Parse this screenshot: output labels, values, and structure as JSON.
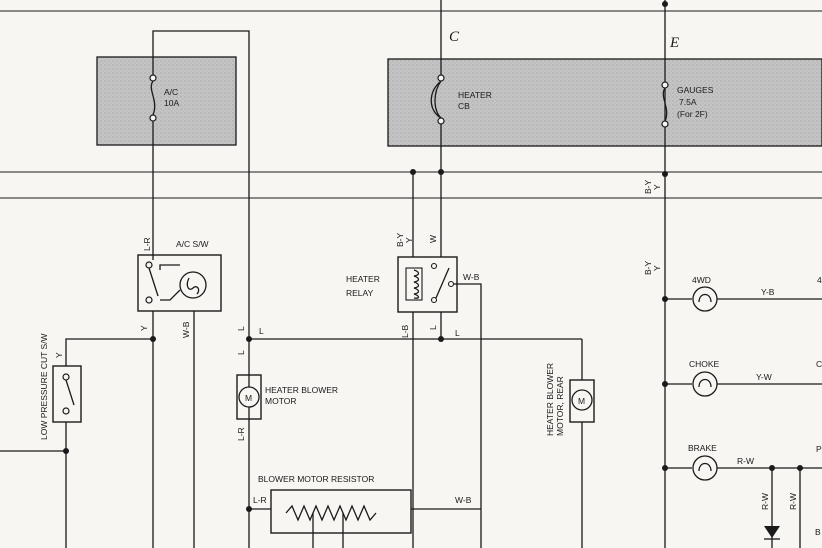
{
  "bus_labels": {
    "c": "C",
    "e": "E"
  },
  "fuses": {
    "ac": {
      "line1": "A/C",
      "line2": "10A"
    },
    "heater": {
      "line1": "HEATER",
      "line2": "CB"
    },
    "gauges": {
      "line1": "GAUGES",
      "line2": "7.5A",
      "line3": "(For 2F)"
    }
  },
  "components": {
    "ac_switch": "A/C S/W",
    "heater_relay_1": "HEATER",
    "heater_relay_2": "RELAY",
    "low_pressure_cut_sw": "LOW PRESSURE CUT S/W",
    "heater_blower_motor_1": "HEATER BLOWER",
    "heater_blower_motor_2": "MOTOR",
    "heater_blower_motor_rear_1": "HEATER BLOWER",
    "heater_blower_motor_rear_2": "MOTOR, REAR",
    "motor_symbol": "M",
    "blower_motor_resistor": "BLOWER MOTOR RESISTOR",
    "lamp_4wd": "4WD",
    "lamp_choke": "CHOKE",
    "lamp_brake": "BRAKE"
  },
  "wire_colors": {
    "lr": "L-R",
    "y": "Y",
    "wb": "W-B",
    "l": "L",
    "by": "B-Y",
    "w": "W",
    "lb": "L-B",
    "yb": "Y-B",
    "yw": "Y-W",
    "rw": "R-W"
  },
  "edge_marks": {
    "right1": "4",
    "right2": "C",
    "right3": "P",
    "right4": "B"
  },
  "colors": {
    "fuse_box_fill": "#bdbdbd",
    "line": "#1a1a1a",
    "background": "#f7f6f3"
  }
}
